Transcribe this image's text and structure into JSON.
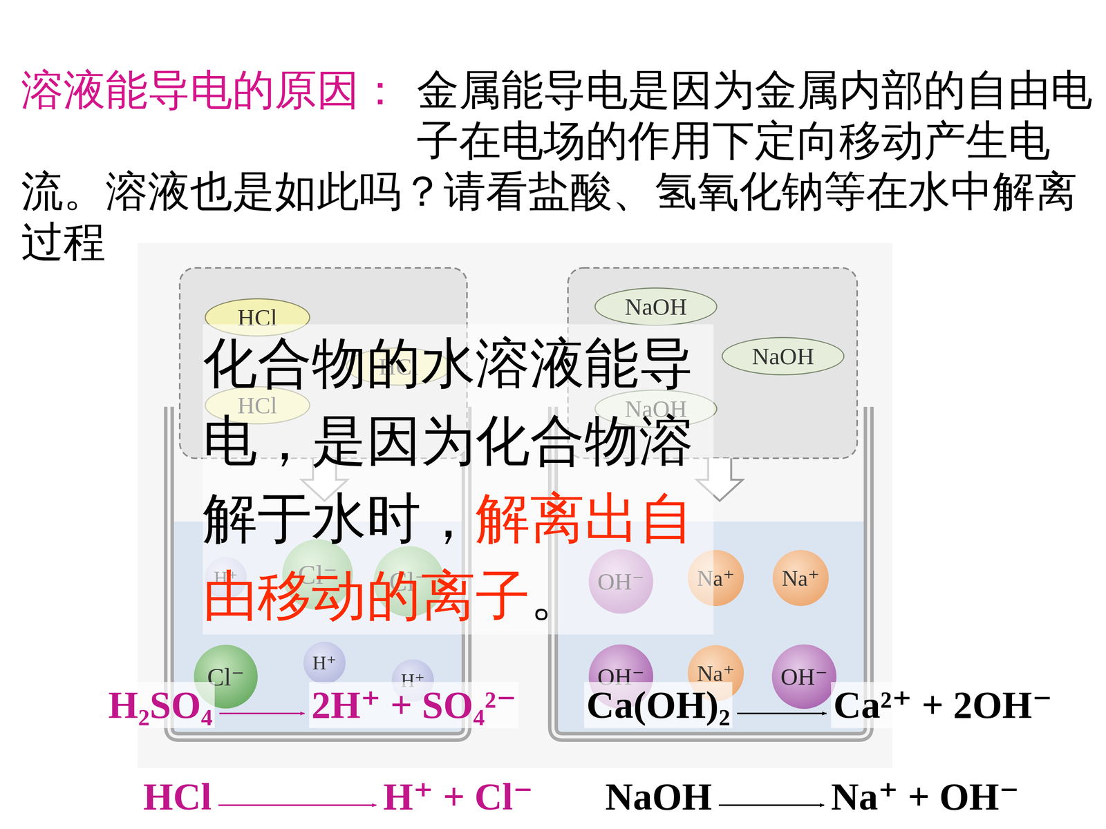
{
  "diagram": {
    "title": "溶液能导电的原因：",
    "nodes": [
      {
        "text": [
          "HCl"
        ]
      },
      {
        "text": [
          "HCl"
        ]
      },
      {
        "text": [
          "HCl"
        ]
      },
      {
        "text": [
          "NaOH"
        ]
      },
      {
        "text": [
          "NaOH"
        ]
      },
      {
        "text": [
          "NaOH"
        ]
      },
      {
        "text": [
          "H⁺"
        ]
      },
      {
        "text": [
          "Cl⁻"
        ]
      },
      {
        "text": [
          "Cl⁻"
        ]
      },
      {
        "text": [
          "Cl⁻"
        ]
      },
      {
        "text": [
          "H⁺"
        ]
      },
      {
        "text": [
          "H⁺"
        ]
      },
      {
        "text": [
          "OH⁻"
        ]
      },
      {
        "text": [
          "Na⁺"
        ]
      },
      {
        "text": [
          "Na⁺"
        ]
      },
      {
        "text": [
          "OH⁻"
        ]
      },
      {
        "text": [
          "Na⁺"
        ]
      },
      {
        "text": [
          "OH⁻"
        ]
      }
    ],
    "labels": [
      "金属能导电是因为金属内部的自由电子在电场的作用下定向移动产生电流。溶液也是如此吗？请看盐酸、氢氧化钠等在水中解离过程",
      "化合物的水溶液能导电，是因为化合物溶解于水时，",
      "解离出自由移动的离子",
      "。",
      "H₂SO₄",
      "2H⁺ + SO₄²⁻",
      "Ca(OH)₂",
      "Ca²⁺ + 2OH⁻",
      "HCl",
      "H⁺ + Cl⁻",
      "NaOH",
      "Na⁺ + OH⁻"
    ]
  }
}
